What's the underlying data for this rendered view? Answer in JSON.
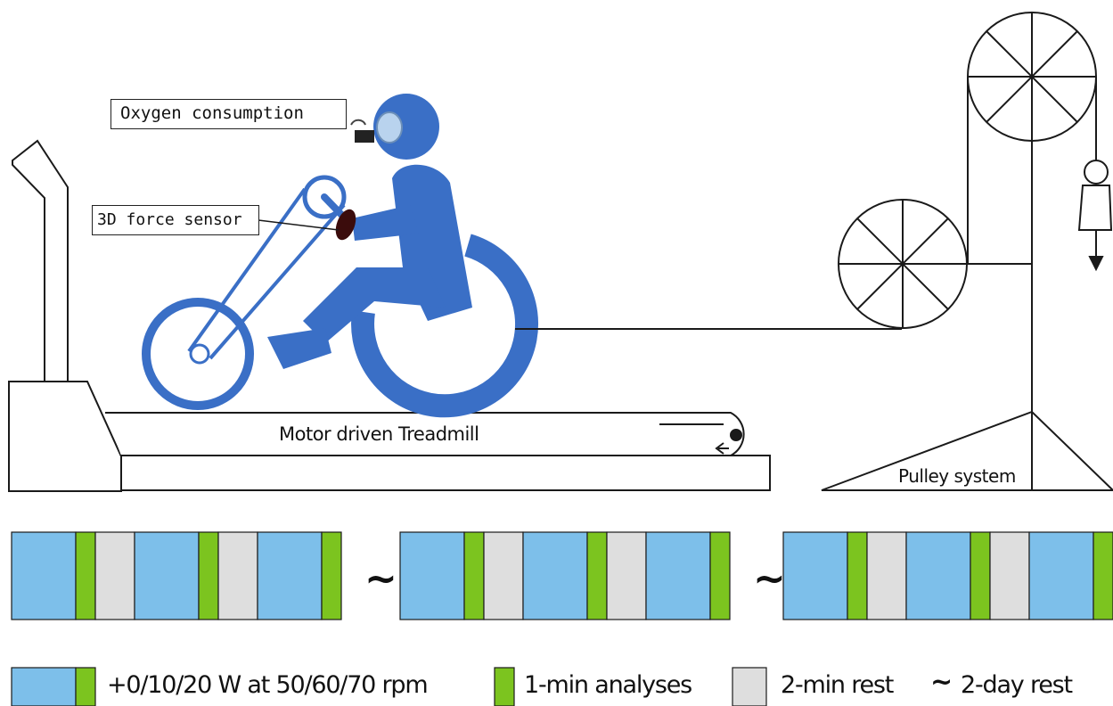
{
  "labels": {
    "oxygen": "Oxygen consumption",
    "force_sensor": "3D force sensor",
    "treadmill": "Motor driven Treadmill",
    "pulley": "Pulley system"
  },
  "colors": {
    "figure_blue": "#3a6fc6",
    "load_blue": "#7dbfea",
    "analysis_green": "#7cc41f",
    "rest_grey": "#dedede",
    "outline": "#1a1a1a"
  },
  "protocol": {
    "sessions": [
      {
        "segments": [
          "load",
          "analysis",
          "rest",
          "load",
          "analysis",
          "rest",
          "load",
          "analysis"
        ]
      },
      {
        "segments": [
          "load",
          "analysis",
          "rest",
          "load",
          "analysis",
          "rest",
          "load",
          "analysis"
        ]
      },
      {
        "segments": [
          "load",
          "analysis",
          "rest",
          "load",
          "analysis",
          "rest",
          "load",
          "analysis"
        ]
      }
    ],
    "separator_symbol": "~"
  },
  "legend": {
    "load": "+0/10/20 W at 50/60/70 rpm",
    "analysis": "1-min analyses",
    "rest": "2-min rest",
    "day_rest": "2-day rest",
    "tilde": "~"
  }
}
